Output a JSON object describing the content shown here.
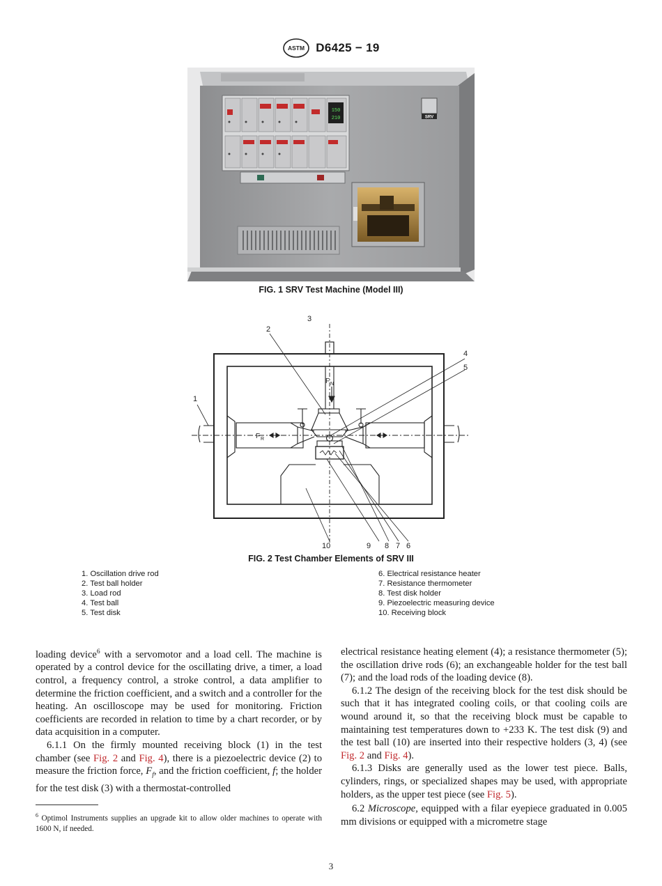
{
  "header": {
    "standard": "D6425 − 19",
    "logo_text": "ASTM"
  },
  "figure1": {
    "caption": "FIG. 1 SRV Test Machine (Model III)",
    "machine_badge": "SRV",
    "display_readings": [
      "150",
      "210"
    ]
  },
  "figure2": {
    "caption": "FIG. 2 Test Chamber Elements of SRV III",
    "callouts": [
      "1",
      "2",
      "3",
      "4",
      "5",
      "6",
      "7",
      "8",
      "9",
      "10"
    ],
    "force_normal": "F",
    "force_normal_sub": "N",
    "force_friction": "F",
    "force_friction_sub": "R"
  },
  "legend": {
    "left": [
      "1. Oscillation drive rod",
      "2. Test ball holder",
      "3. Load rod",
      "4. Test ball",
      "5. Test disk"
    ],
    "right": [
      "6. Electrical resistance heater",
      "7. Resistance thermometer",
      "8. Test disk holder",
      "9. Piezoelectric measuring device",
      "10. Receiving block"
    ]
  },
  "body": {
    "left_p1_a": "loading device",
    "left_p1_sup": "6",
    "left_p1_b": " with a servomotor and a load cell. The machine is operated by a control device for the oscillating drive, a timer, a load control, a frequency control, a stroke control, a data amplifier to determine the friction coefficient, and a switch and a controller for the heating. An oscilloscope may be used for monitoring. Friction coefficients are recorded in relation to time by a chart recorder, or by data acquisition in a computer.",
    "left_p2_a": "6.1.1 On the firmly mounted receiving block (1) in the test chamber (see ",
    "left_p2_ref1": "Fig. 2",
    "left_p2_and": " and ",
    "left_p2_ref2": "Fig. 4",
    "left_p2_b": "), there is a piezoelectric device (2) to measure the friction force, ",
    "left_p2_ff": "F",
    "left_p2_ff_sub": "f",
    "left_p2_c": ", and the friction coefficient, ",
    "left_p2_f": "f",
    "left_p2_d": "; the holder for the test disk (3) with a thermostat-controlled",
    "right_p1": "electrical resistance heating element (4); a resistance thermometer (5); the oscillation drive rods (6); an exchangeable holder for the test ball (7); and the load rods of the loading device (8).",
    "right_p2_a": "6.1.2 The design of the receiving block for the test disk should be such that it has integrated cooling coils, or that cooling coils are wound around it, so that the receiving block must be capable to maintaining test temperatures down to +233 K. The test disk (9) and the test ball (10) are inserted into their respective holders (3, 4) (see ",
    "right_p2_ref1": "Fig. 2",
    "right_p2_and": " and ",
    "right_p2_ref2": "Fig. 4",
    "right_p2_b": ").",
    "right_p3_a": "6.1.3 Disks are generally used as the lower test piece. Balls, cylinders, rings, or specialized shapes may be used, with appropriate holders, as the upper test piece (see ",
    "right_p3_ref": "Fig. 5",
    "right_p3_b": ").",
    "right_p4_a": "6.2 ",
    "right_p4_em": "Microscope,",
    "right_p4_b": " equipped with a filar eyepiece graduated in 0.005 mm divisions or equipped with a micrometre stage"
  },
  "footnote": {
    "mark": "6",
    "text": " Optimol Instruments supplies an upgrade kit to allow older machines to operate with 1600 N, if needed."
  },
  "page_number": "3",
  "colors": {
    "link": "#c0282c"
  }
}
